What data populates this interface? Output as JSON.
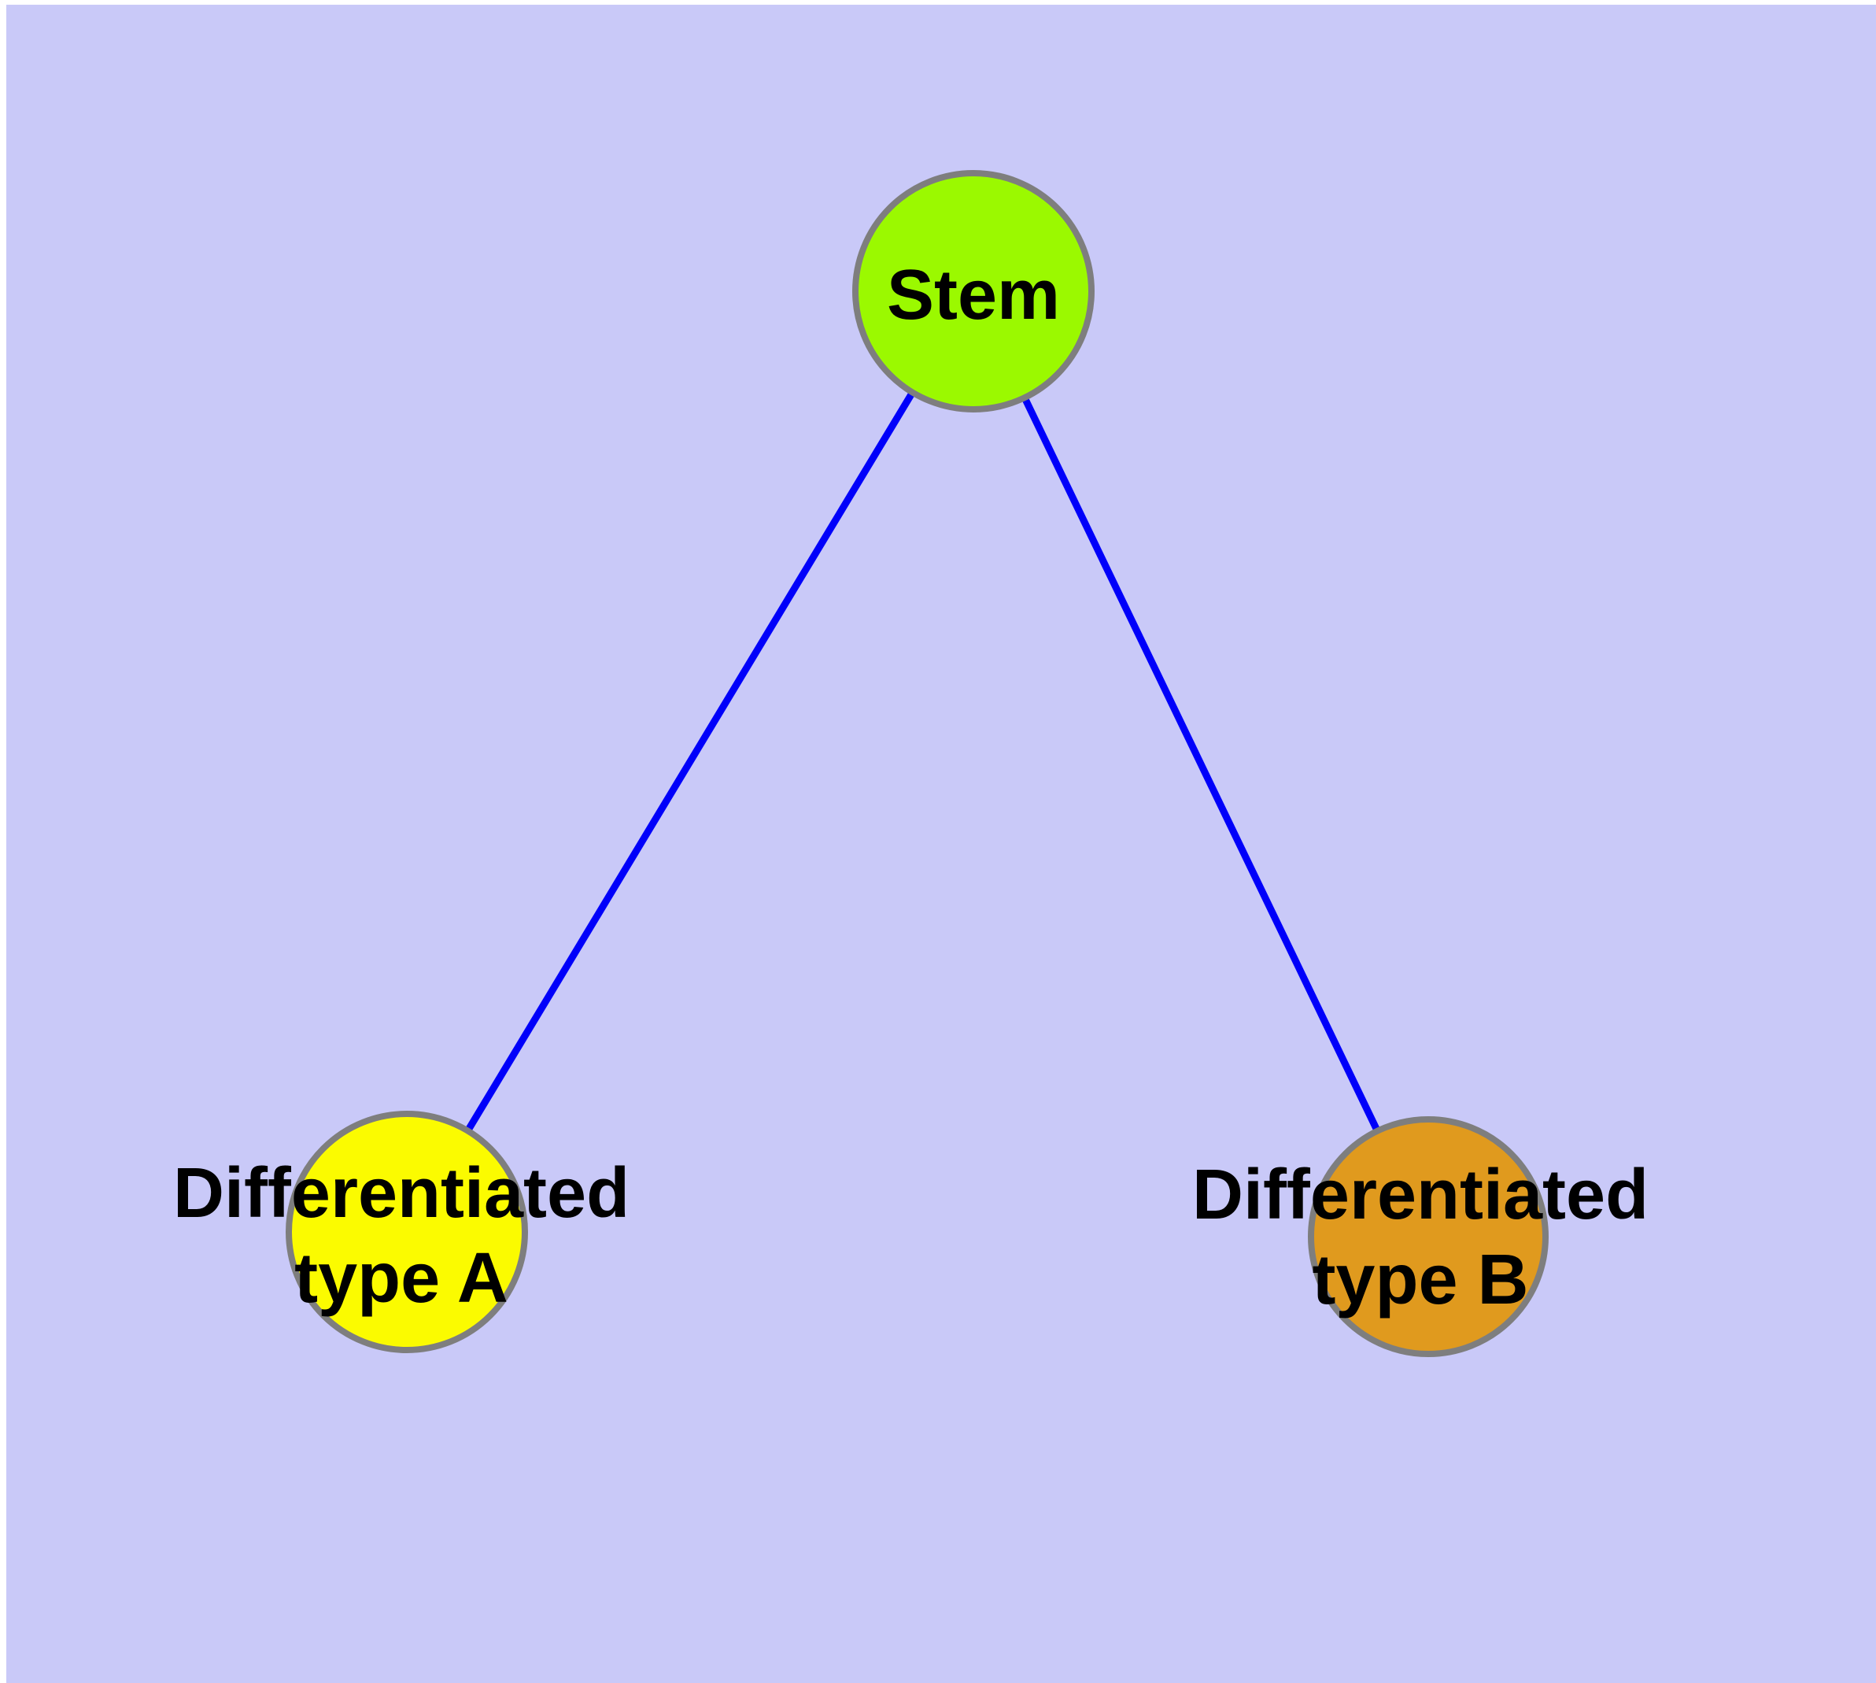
{
  "canvas": {
    "background_color": "#C9C9F8",
    "frame_color": "#FFFFFF"
  },
  "edges": {
    "color": "#0000FA",
    "items": [
      {
        "from": "Stem",
        "to": "Differentiated type A"
      },
      {
        "from": "Stem",
        "to": "Differentiated type B"
      }
    ]
  },
  "nodes": {
    "stem": {
      "label": "Stem",
      "fill": "#9BF900",
      "stroke": "#7E7E7E"
    },
    "type_a": {
      "label_line1": "Differentiated",
      "label_line2": "type A",
      "fill": "#FBFB00",
      "stroke": "#7E7E7E"
    },
    "type_b": {
      "label_line1": "Differentiated",
      "label_line2": "type B",
      "fill": "#E09A1E",
      "stroke": "#7E7E7E"
    }
  }
}
